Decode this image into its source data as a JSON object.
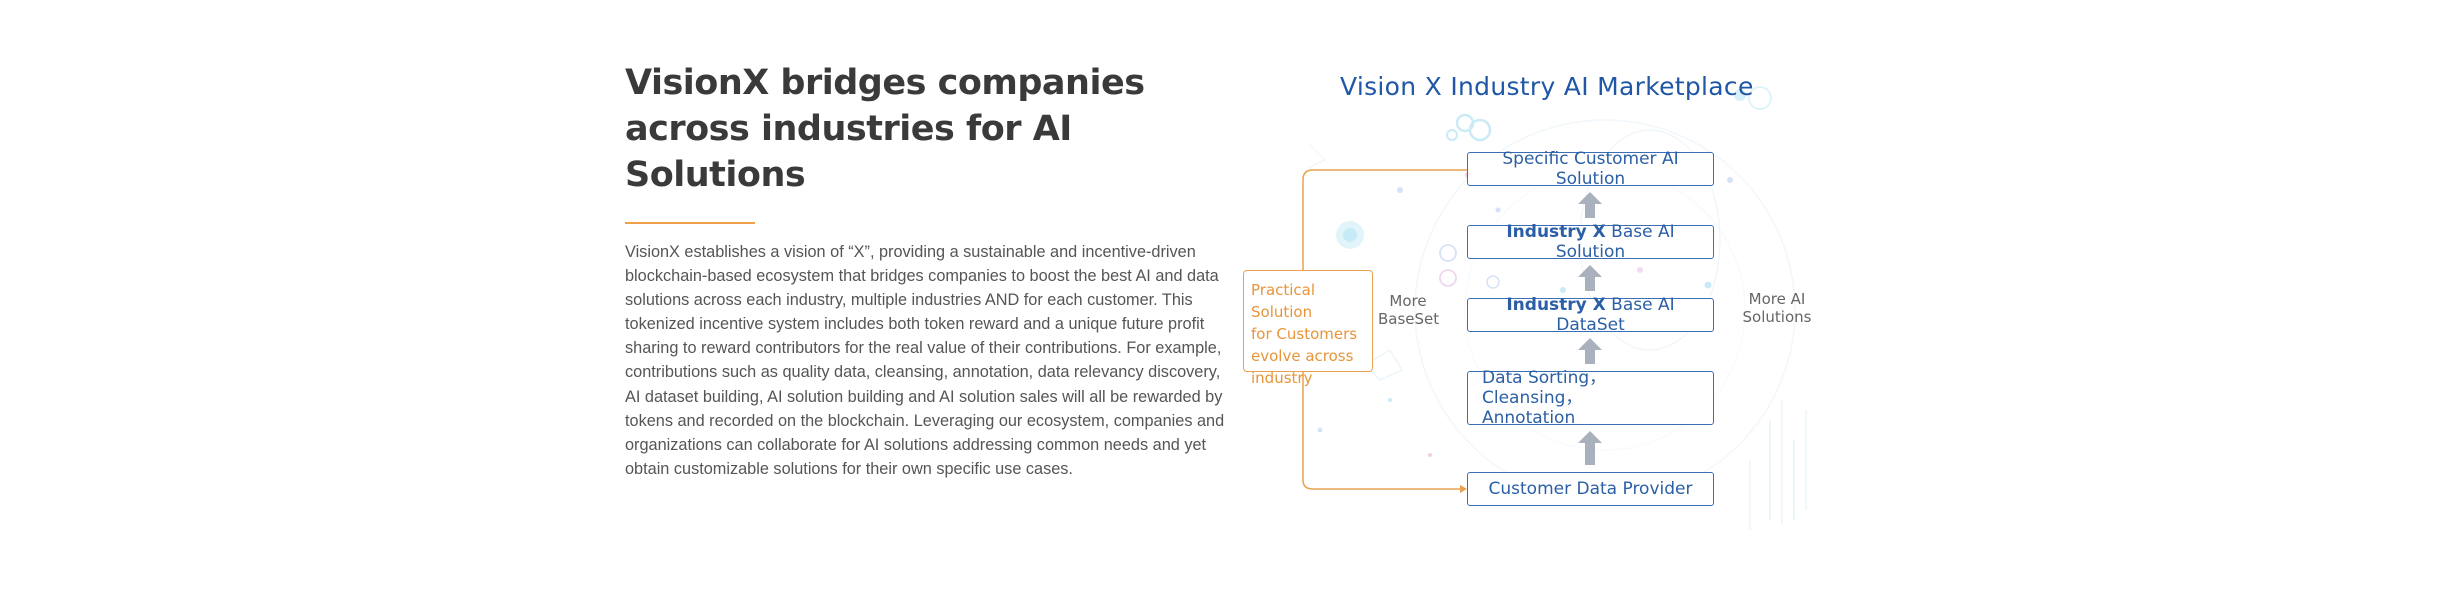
{
  "intro": {
    "heading_line1": "VisionX bridges companies",
    "heading_line2": "across industries for AI Solutions",
    "paragraph": "VisionX establishes a vision of “X”, providing a sustainable and incentive-driven blockchain-based ecosystem that bridges companies to boost the best AI and data solutions across each industry, multiple industries AND for each customer. This tokenized incentive system includes both token reward and a unique future profit sharing to reward contributors for the real value of their contributions. For example, contributions such as quality data, cleansing, annotation, data relevancy discovery, AI dataset building, AI solution building and AI solution sales will all be rewarded by tokens and recorded on the blockchain. Leveraging our ecosystem, companies and organizations can collaborate for AI solutions addressing common needs and yet obtain customizable solutions for their own specific use cases.",
    "accent_color": "#f0a04b"
  },
  "diagram": {
    "title": "Vision X Industry AI Marketplace",
    "boxes": {
      "specific": "Specific Customer AI Solution",
      "industry_solution_bold": "Industry X",
      "industry_solution_rest": " Base AI Solution",
      "industry_dataset_bold": "Industry X",
      "industry_dataset_rest": " Base AI DataSet",
      "sorting_line1": "Data Sorting， Cleansing，",
      "sorting_line2": "Annotation",
      "provider": "Customer Data Provider"
    },
    "practical": {
      "line1": "Practical Solution",
      "line2": "for Customers",
      "line3": "evolve across",
      "line4": "industry"
    },
    "more_baseset_line1": "More",
    "more_baseset_line2": "BaseSet",
    "more_ai_line1": "More AI",
    "more_ai_line2": "Solutions",
    "colors": {
      "title": "#1f57a6",
      "box_border": "#3a6fb5",
      "box_text": "#2b5fa5",
      "orange": "#e8a24f",
      "arrow": "#a9b2bc"
    },
    "arrow_icon": "up-arrow-icon"
  }
}
